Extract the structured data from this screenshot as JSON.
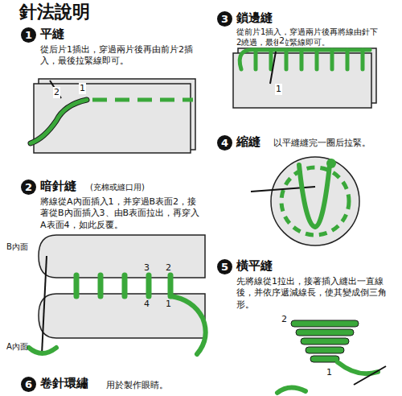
{
  "diagram": {
    "title": "針法說明",
    "nodes": [
      {
        "text": [
          "1"
        ]
      },
      {
        "text": [
          "2"
        ]
      },
      {
        "text": [
          "3"
        ]
      },
      {
        "text": [
          "4"
        ]
      },
      {
        "text": [
          "5"
        ]
      },
      {
        "text": [
          "6"
        ]
      }
    ],
    "labels": [
      "平縫",
      "從后片1插出，穿過兩片後再由前片2插入，最後拉緊線即可。",
      "2",
      "1",
      "暗針縫",
      "(充棉或縫口用)",
      "將線從A內面插入1，并穿過B表面2，接著從B內面插入3、由B表面拉出，再穿入A表面4，如此反覆。",
      "B內面",
      "A內面",
      "3",
      "2",
      "4",
      "1",
      "鎖邊縫",
      "從前片1插入，穿過兩片後再將線由針下2繞過，最後拉緊線即可。",
      "2",
      "1",
      "縮縫",
      "以平縫縫完一圈后拉緊。",
      "橫平縫",
      "先將線從1拉出，接著插入縫出一直線後，并依序遞減線長，使其變成倒三角形。",
      "2",
      "1",
      "卷針環繡",
      "用於製作眼睛。"
    ]
  }
}
